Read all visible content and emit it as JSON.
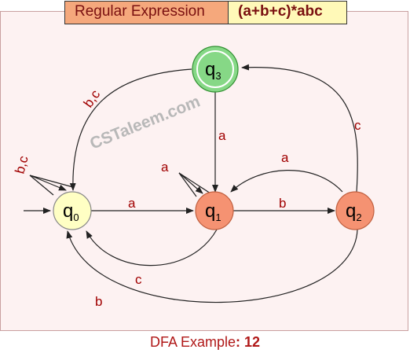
{
  "header": {
    "label": "Regular Expression",
    "expression": "(a+b+c)*abc"
  },
  "watermark": "CSTaleem.com",
  "states": [
    {
      "id": "q0",
      "name": "q",
      "sub": "0",
      "fill": "#ffffc4",
      "stroke": "#888888",
      "start": true,
      "accept": false
    },
    {
      "id": "q1",
      "name": "q",
      "sub": "1",
      "fill": "#f59272",
      "stroke": "#c06040",
      "start": false,
      "accept": false
    },
    {
      "id": "q2",
      "name": "q",
      "sub": "2",
      "fill": "#f59272",
      "stroke": "#c06040",
      "start": false,
      "accept": false
    },
    {
      "id": "q3",
      "name": "q",
      "sub": "3",
      "fill": "#86d886",
      "stroke": "#2f8f2f",
      "start": false,
      "accept": true
    }
  ],
  "transitions": [
    {
      "from": "q0",
      "to": "q0",
      "label": "b,c"
    },
    {
      "from": "q0",
      "to": "q1",
      "label": "a"
    },
    {
      "from": "q1",
      "to": "q1",
      "label": "a"
    },
    {
      "from": "q1",
      "to": "q2",
      "label": "b"
    },
    {
      "from": "q1",
      "to": "q0",
      "label": "c"
    },
    {
      "from": "q2",
      "to": "q1",
      "label": "a"
    },
    {
      "from": "q2",
      "to": "q3",
      "label": "c"
    },
    {
      "from": "q2",
      "to": "q0",
      "label": "b"
    },
    {
      "from": "q3",
      "to": "q1",
      "label": "a"
    },
    {
      "from": "q3",
      "to": "q0",
      "label": "b,c"
    }
  ],
  "caption": {
    "prefix": "DFA Example",
    "sep": ": ",
    "number": "12"
  }
}
